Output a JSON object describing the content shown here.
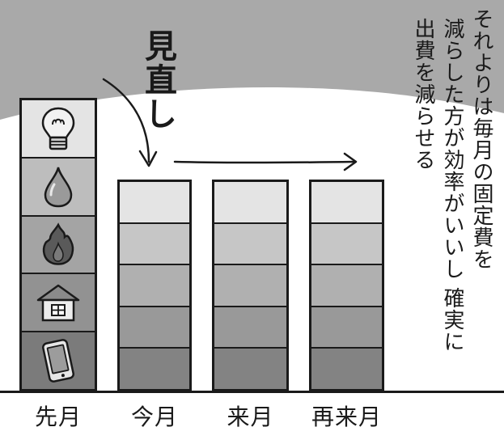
{
  "review_label": "見直し",
  "bars": [
    {
      "label": "先月",
      "icons": [
        "lightbulb-icon",
        "water-drop-icon",
        "flame-icon",
        "house-icon",
        "smartphone-icon"
      ]
    },
    {
      "label": "今月"
    },
    {
      "label": "来月"
    },
    {
      "label": "再来月"
    }
  ],
  "message": {
    "line1": "それよりは毎月の固定費を",
    "line2": "減らした方が効率がいいし 確実に",
    "line3": "出費を減らせる"
  },
  "colors": {
    "background_top": "#a9a9a9",
    "background_main": "#ffffff",
    "outline": "#1a1a1a",
    "segment_shades_last_month": [
      "#e4e4e4",
      "#bdbdbd",
      "#a4a4a4",
      "#929292",
      "#7b7b7b"
    ],
    "segment_shades_other": [
      "#e4e4e4",
      "#c6c6c6",
      "#b0b0b0",
      "#999999",
      "#838383"
    ]
  }
}
